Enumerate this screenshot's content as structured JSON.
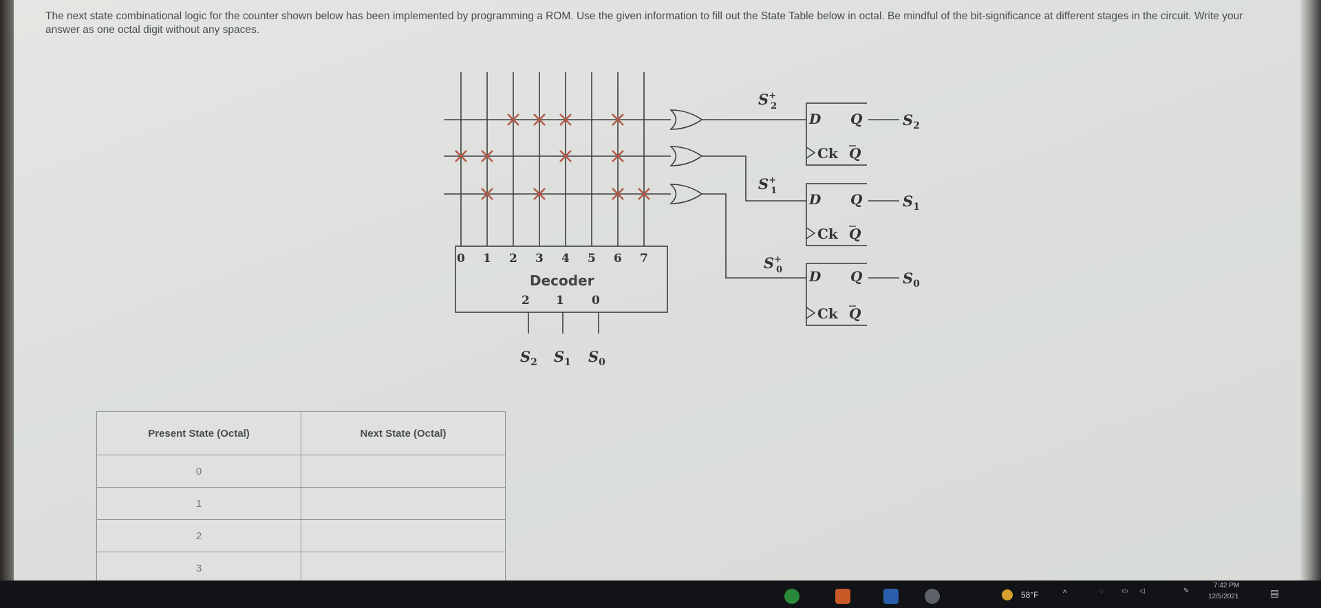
{
  "question": {
    "text": "The next state combinational logic for the counter shown below has been implemented by programming a ROM. Use the given information to fill out the State Table below in octal. Be mindful of the bit-significance at different stages in the circuit. Write your answer as one octal digit without any spaces."
  },
  "circuit": {
    "decoder_label": "Decoder",
    "decoder_outputs": [
      "0",
      "1",
      "2",
      "3",
      "4",
      "5",
      "6",
      "7"
    ],
    "decoder_inputs": [
      "2",
      "1",
      "0"
    ],
    "input_labels": [
      "S",
      "S",
      "S"
    ],
    "input_subs": [
      "2",
      "1",
      "0"
    ],
    "ff_d": "D",
    "ff_q": "Q",
    "ff_ck": "Ck",
    "ff_qbar": "Q",
    "next_state_base": "S",
    "next_state_sup": "+",
    "next_subs": [
      "2",
      "1",
      "0"
    ],
    "output_base": "S",
    "output_subs": [
      "2",
      "1",
      "0"
    ]
  },
  "table": {
    "headers": [
      "Present State (Octal)",
      "Next State (Octal)"
    ],
    "rows": [
      {
        "present": "0",
        "next": ""
      },
      {
        "present": "1",
        "next": ""
      },
      {
        "present": "2",
        "next": ""
      },
      {
        "present": "3",
        "next": ""
      }
    ]
  },
  "taskbar": {
    "temperature": "58°F",
    "time": "7:42 PM",
    "date": "12/5/2021"
  }
}
